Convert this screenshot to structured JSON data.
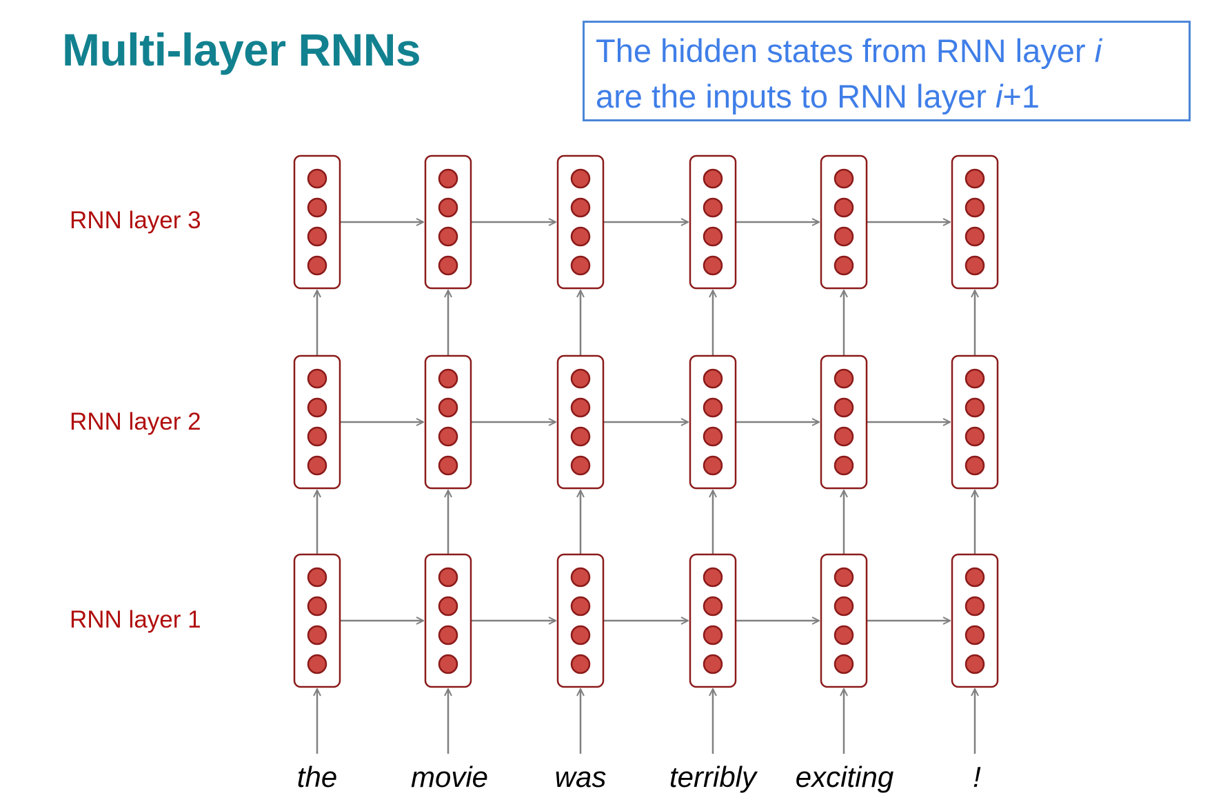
{
  "title": "Multi-layer RNNs",
  "callout": {
    "line1_text": "The hidden states from RNN layer ",
    "line1_var": "i",
    "line2_text": "are the inputs to RNN layer ",
    "line2_var": "i",
    "line2_suffix": "+1"
  },
  "layers": [
    {
      "label": "RNN layer 3"
    },
    {
      "label": "RNN layer 2"
    },
    {
      "label": "RNN layer 1"
    }
  ],
  "words": [
    "the",
    "movie",
    "was",
    "terribly",
    "exciting",
    "!"
  ],
  "colors": {
    "title": "#12818f",
    "callout_text": "#3f7ee8",
    "callout_border": "#4b86d8",
    "layer_label": "#b00e0e",
    "cell_border": "#8b1a1a",
    "neuron_fill": "#cc4a43",
    "neuron_stroke": "#8b1a1a",
    "arrow": "#808080"
  }
}
